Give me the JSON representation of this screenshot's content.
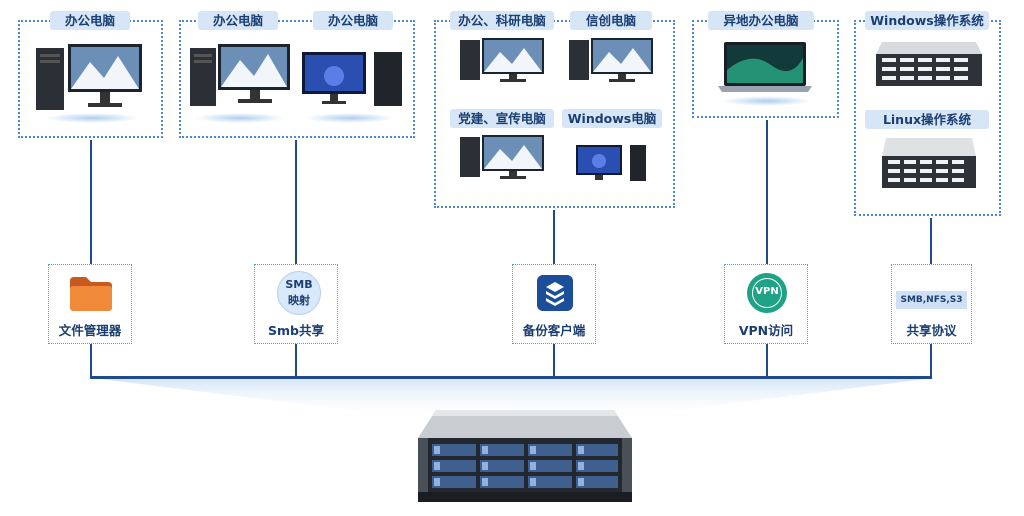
{
  "groups": {
    "g1": {
      "labels": [
        "办公电脑"
      ]
    },
    "g2": {
      "labels": [
        "办公电脑",
        "办公电脑"
      ]
    },
    "g3": {
      "labels": [
        "办公、科研电脑",
        "信创电脑",
        "党建、宣传电脑",
        "Windows电脑"
      ]
    },
    "g4": {
      "labels": [
        "异地办公电脑"
      ]
    },
    "g5": {
      "labels": [
        "Windows操作系统",
        "Linux操作系统"
      ]
    }
  },
  "nodes": [
    {
      "label": "文件管理器",
      "icon": "folder-icon"
    },
    {
      "label": "Smb共享",
      "icon": "smb-map-icon",
      "icon_text": [
        "SMB",
        "映射"
      ]
    },
    {
      "label": "备份客户端",
      "icon": "backup-client-icon"
    },
    {
      "label": "VPN访问",
      "icon": "vpn-icon",
      "icon_text": "VPN"
    },
    {
      "label": "共享协议",
      "icon": "protocol-badge",
      "icon_text": "SMB,NFS,S3"
    }
  ],
  "colors": {
    "line": "#1e4b8f",
    "pill_bg": "#d6e6f7",
    "pill_text": "#1b3f72",
    "dotted_border": "#4a8ad0"
  }
}
